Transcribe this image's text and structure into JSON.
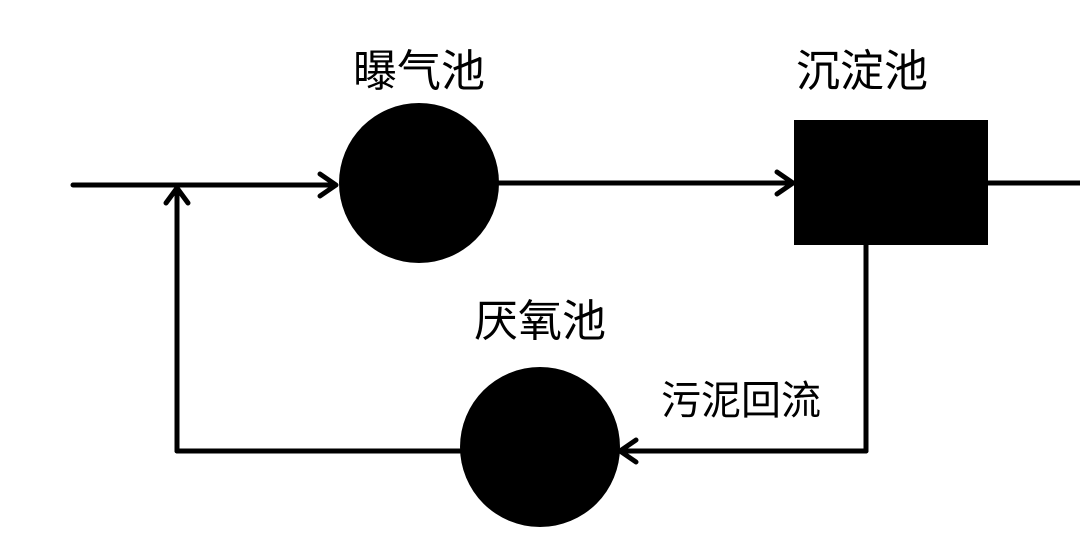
{
  "diagram": {
    "nodes": {
      "aeration_tank": {
        "label": "曝气池",
        "shape": "circle"
      },
      "sedimentation_tank": {
        "label": "沉淀池",
        "shape": "rectangle"
      },
      "anaerobic_tank": {
        "label": "厌氧池",
        "shape": "circle"
      }
    },
    "edges": {
      "sludge_return": {
        "label": "污泥回流"
      }
    },
    "colors": {
      "foreground": "#000000",
      "background": "#ffffff"
    }
  }
}
